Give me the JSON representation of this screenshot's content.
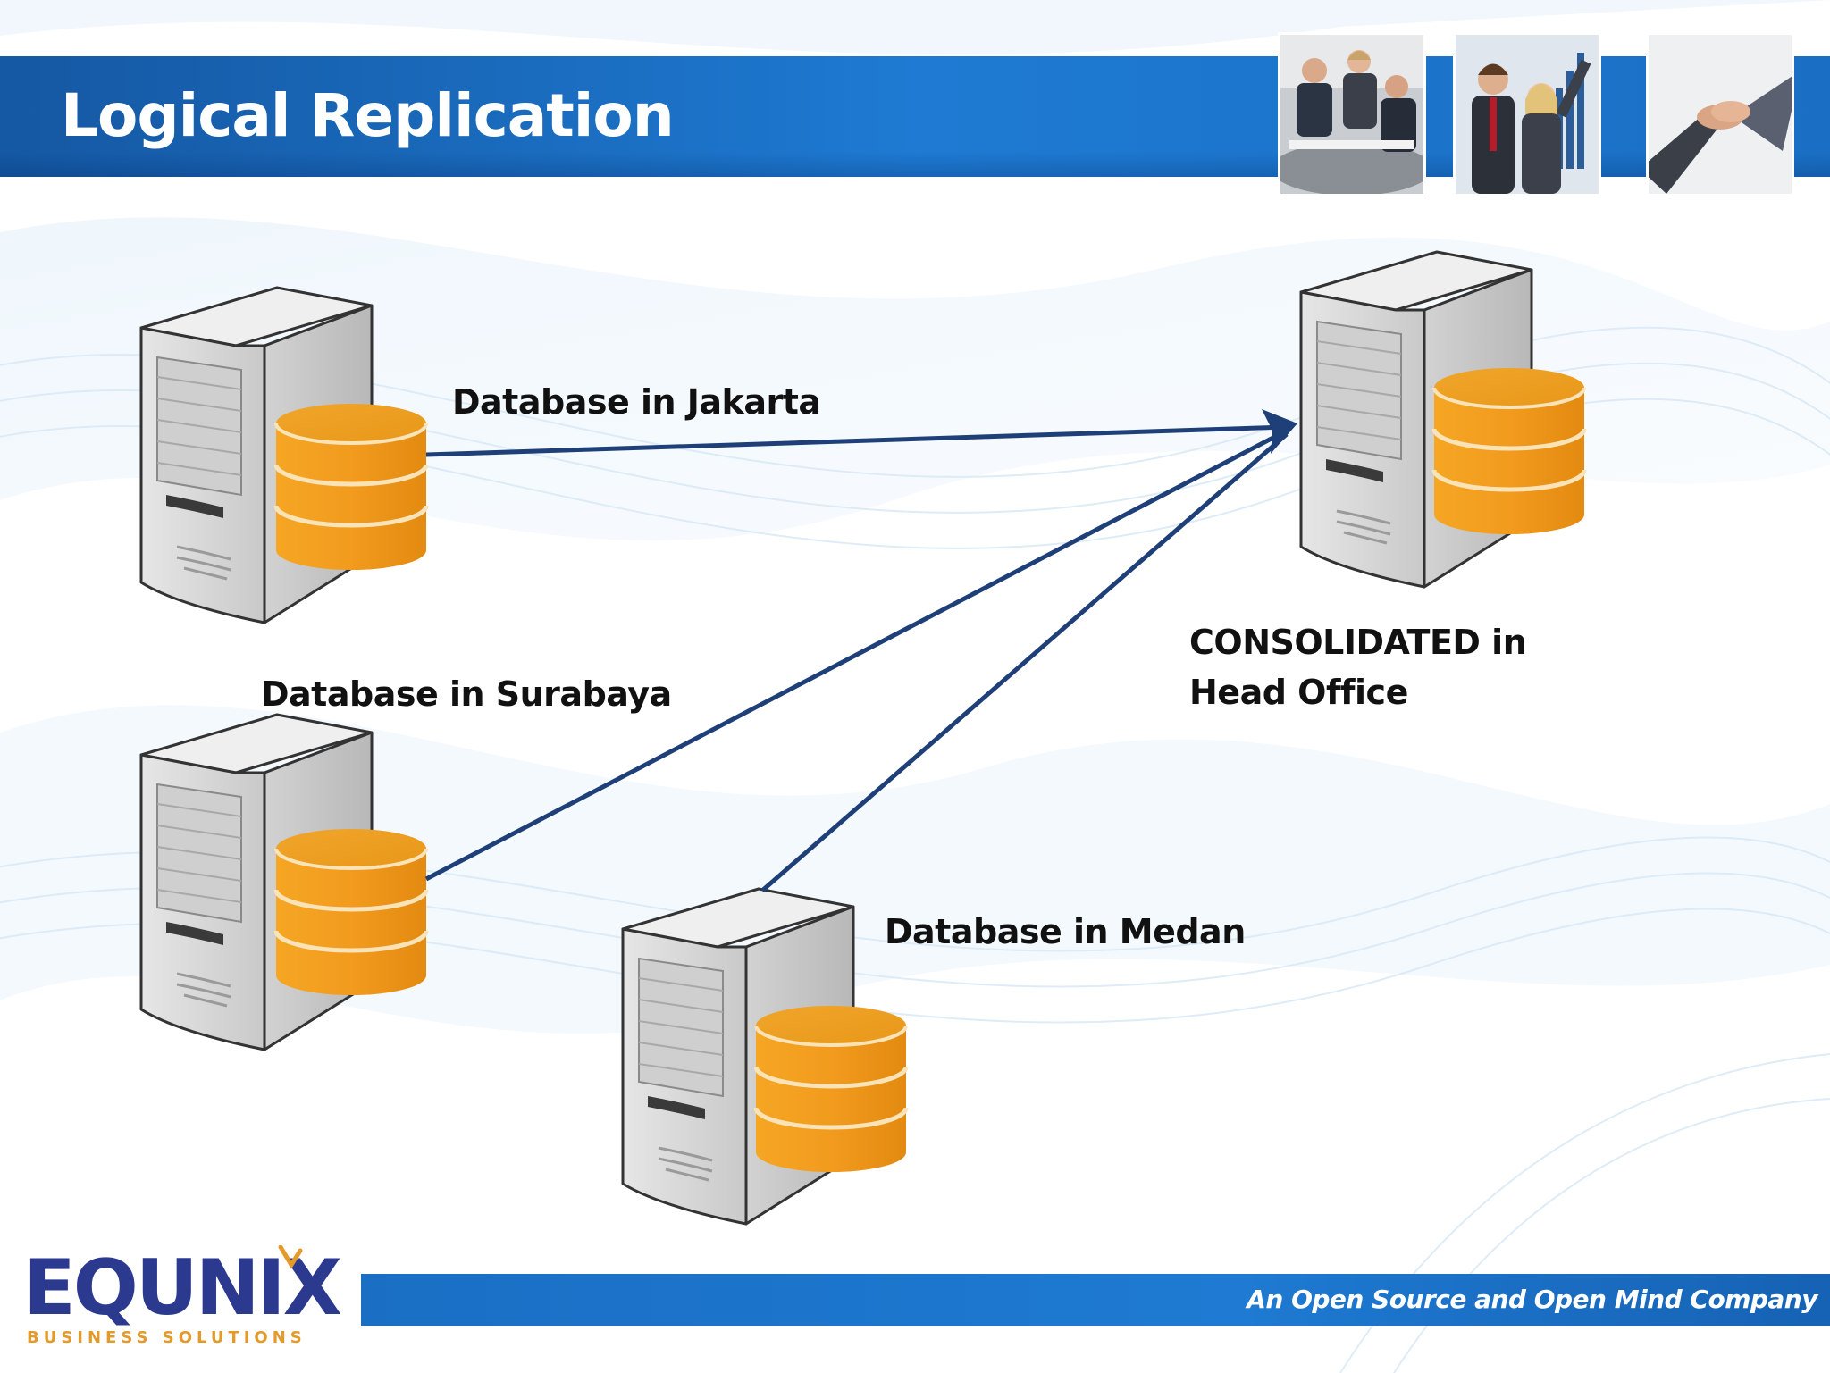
{
  "slide": {
    "title": "Logical Replication",
    "tagline": "An Open Source and Open Mind Company"
  },
  "logo": {
    "wordmark": "EQUNIX",
    "subtitle": "BUSINESS SOLUTIONS"
  },
  "nodes": {
    "jakarta": {
      "label": "Database in Jakarta"
    },
    "surabaya": {
      "label": "Database in Surabaya"
    },
    "medan": {
      "label": "Database in Medan"
    },
    "head_office": {
      "label_line1": "CONSOLIDATED in",
      "label_line2": "Head Office"
    }
  },
  "photos": [
    {
      "icon": "business-meeting-photo"
    },
    {
      "icon": "business-team-photo"
    },
    {
      "icon": "handshake-photo"
    }
  ],
  "colors": {
    "title_bar": "#1a6fc4",
    "arrow": "#1f3f78",
    "database": "#f29b1e",
    "database_band": "#fbe3b8",
    "server": "#d9d9d9",
    "logo_blue": "#2b3a8f",
    "logo_orange": "#e39a2a"
  }
}
